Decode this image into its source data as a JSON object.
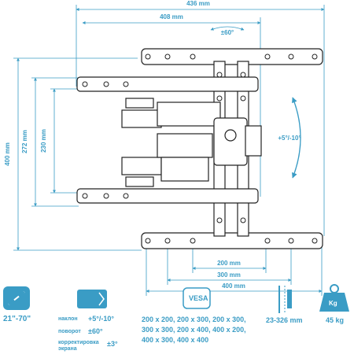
{
  "dimensions": {
    "top_width": "436 mm",
    "plate_width": "408 mm",
    "swivel": "±60°",
    "total_height": "400 mm",
    "plate_height": "272 mm",
    "hole_height": "230 mm",
    "tilt": "+5°/-10°",
    "bottom_200": "200 mm",
    "bottom_300": "300 mm",
    "bottom_400": "400 mm"
  },
  "specs": {
    "screen_size": "21\"-70\"",
    "tilt_label": "наклон",
    "tilt_value": "+5°/-10°",
    "swivel_label": "поворот",
    "swivel_value": "±60°",
    "level_label": "корректировка экрана",
    "level_value": "±3°",
    "vesa_badge": "VESA",
    "vesa_line1": "200 x 200, 200 x 300, 200 x 300,",
    "vesa_line2": "300 x 300, 200 x 400, 400 x 200,",
    "vesa_line3": "400 x 300, 400 x 400",
    "distance": "23-326 mm",
    "weight_badge": "Kg",
    "weight": "45 kg"
  },
  "colors": {
    "accent": "#3a9cc5",
    "line": "#222222",
    "icon_fill": "#3a9cc5"
  }
}
